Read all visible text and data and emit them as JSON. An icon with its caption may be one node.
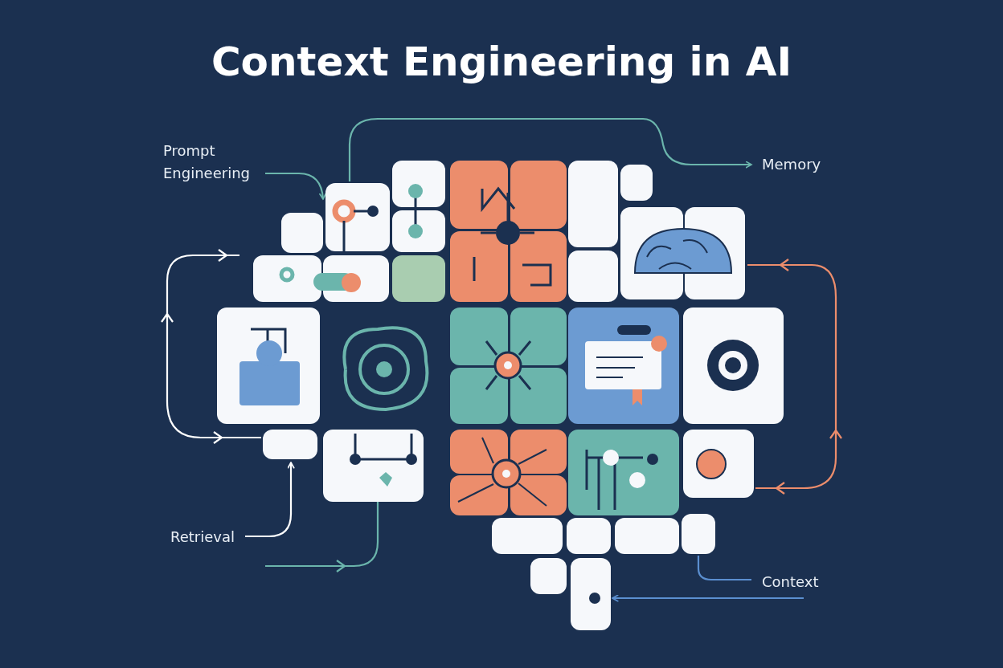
{
  "diagram": {
    "title": "Context Engineering in AI",
    "nodes": [
      {
        "text": [
          "Prompt Engineering"
        ]
      },
      {
        "text": [
          "Memory"
        ]
      },
      {
        "text": [
          "Retrieval"
        ]
      },
      {
        "text": [
          "Context"
        ]
      },
      {
        "text": [],
        "shape": "picture"
      }
    ],
    "edges": [
      {
        "from": 0,
        "to": 4,
        "arrow": "to"
      },
      {
        "from": 4,
        "to": 1,
        "arrow": "to"
      },
      {
        "from": 2,
        "to": 4,
        "arrow": "to",
        "color": "#ffffff"
      },
      {
        "from": 4,
        "to": 3,
        "arrow": "none",
        "color": "#5b8fd0"
      },
      {
        "from": 3,
        "to": 4,
        "arrow": "to",
        "color": "#5b8fd0"
      }
    ]
  }
}
